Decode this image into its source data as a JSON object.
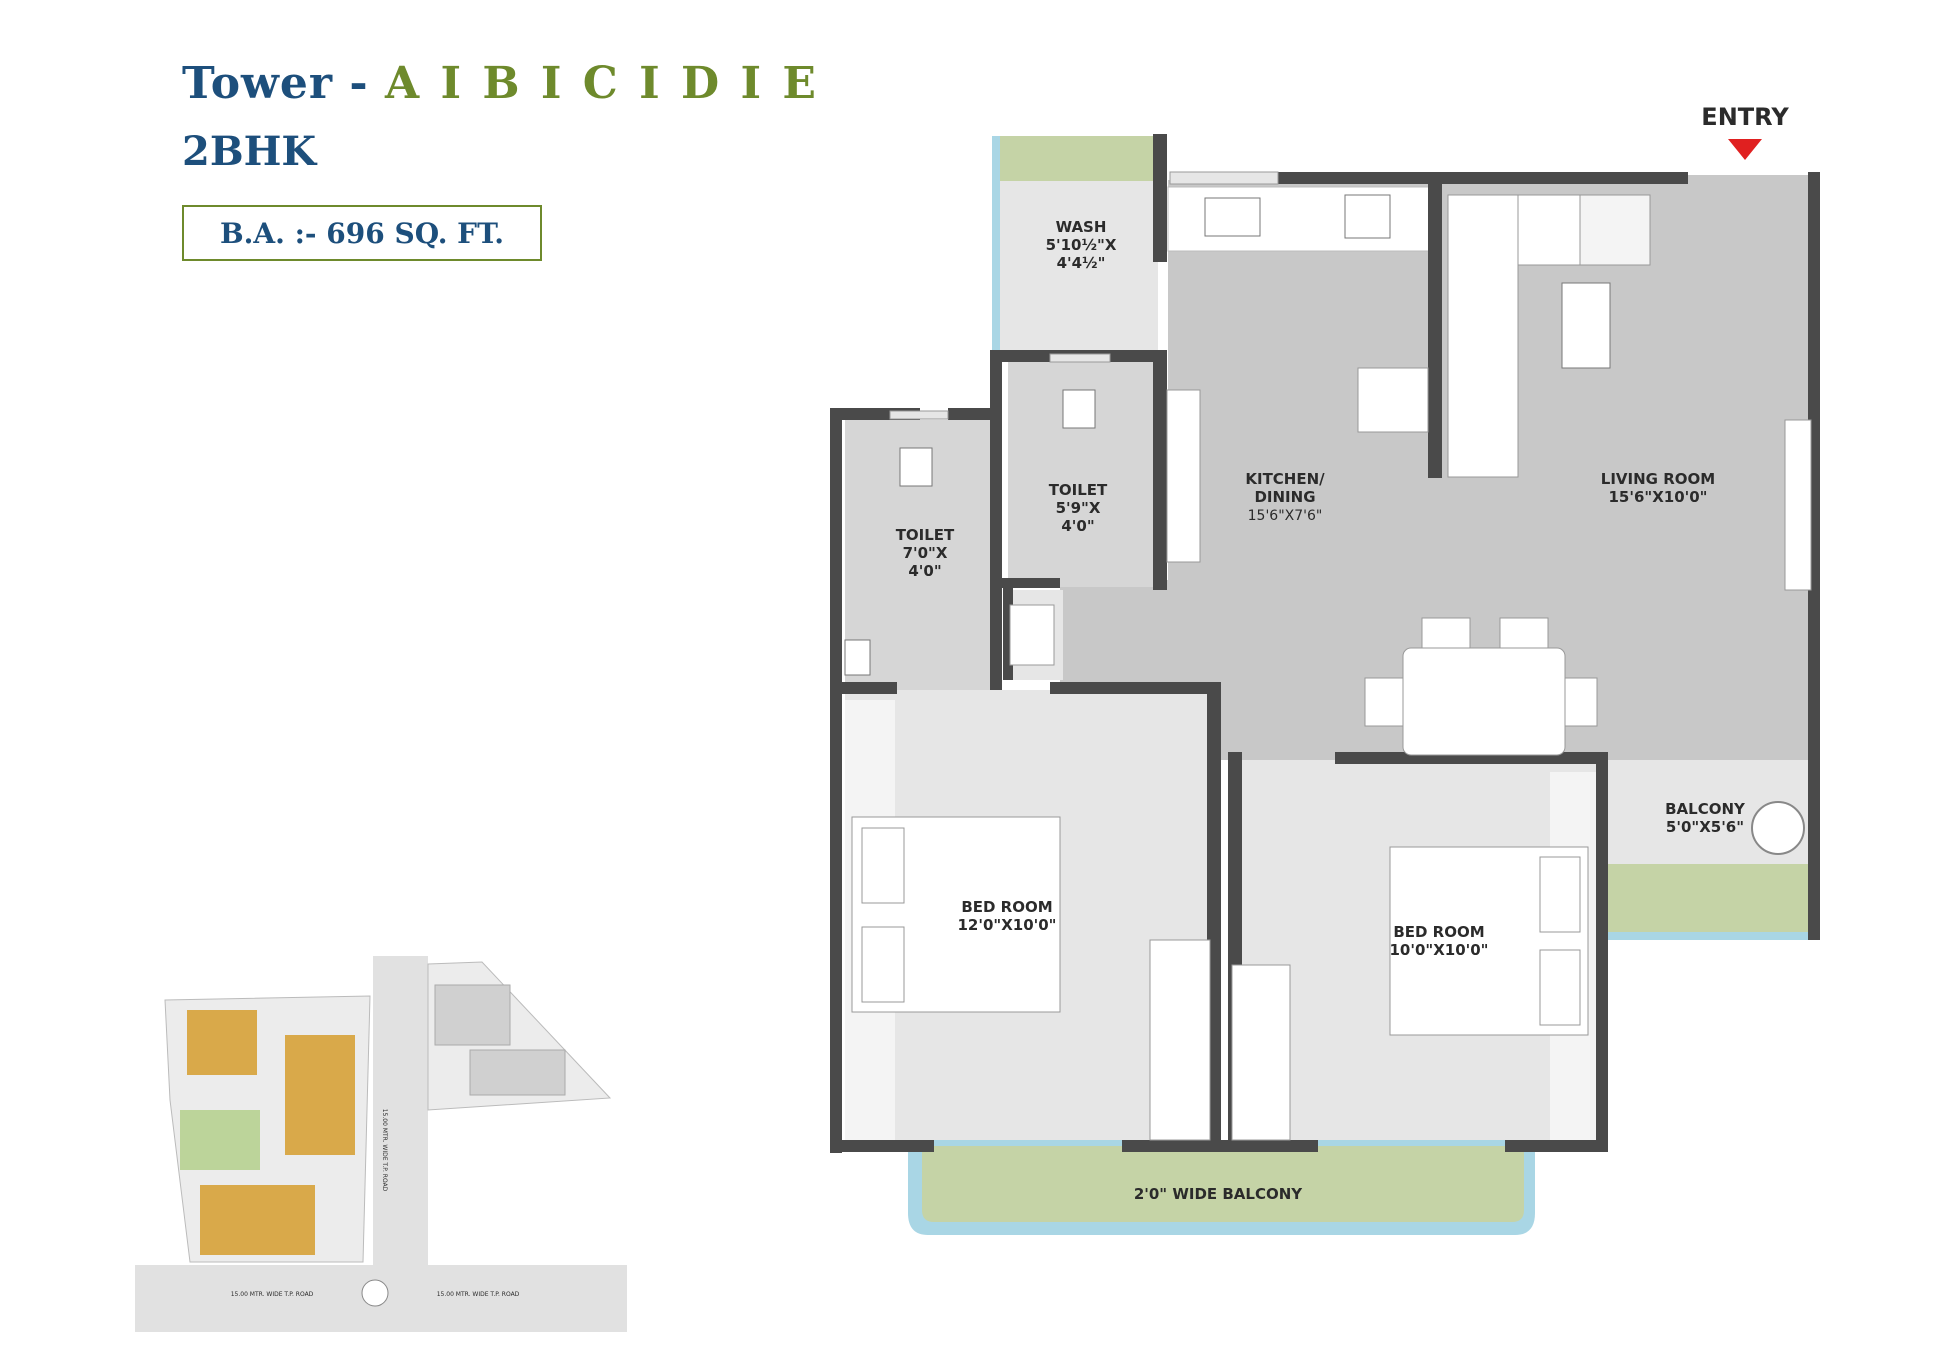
{
  "header": {
    "tower_prefix": "Tower - ",
    "towers": "A I B I C I D I E",
    "unit_type": "2BHK",
    "area": "B.A. :-  696 SQ. FT."
  },
  "plan": {
    "entry": "ENTRY",
    "rooms": {
      "wash": {
        "name": "WASH",
        "dim1": "5'10½\"X",
        "dim2": "4'4½\""
      },
      "toilet1": {
        "name": "TOILET",
        "dim1": "7'0\"X",
        "dim2": "4'0\""
      },
      "toilet2": {
        "name": "TOILET",
        "dim1": "5'9\"X",
        "dim2": "4'0\""
      },
      "kitchen": {
        "name1": "KITCHEN/",
        "name2": "DINING",
        "dim": "15'6\"X7'6\""
      },
      "living": {
        "name": "LIVING ROOM",
        "dim": "15'6\"X10'0\""
      },
      "balcony": {
        "name": "BALCONY",
        "dim": "5'0\"X5'6\""
      },
      "bed1": {
        "name": "BED ROOM",
        "dim": "12'0\"X10'0\""
      },
      "bed2": {
        "name": "BED ROOM",
        "dim": "10'0\"X10'0\""
      },
      "wide_balcony": {
        "name": "2'0\" WIDE BALCONY"
      }
    }
  },
  "site_plan": {
    "road_left": "15.00 MTR. WIDE T.P. ROAD",
    "road_right": "15.00 MTR. WIDE T.P. ROAD",
    "road_vertical": "15.00 MTR. WIDE T.P. ROAD"
  },
  "colors": {
    "title_blue": "#1d4f7c",
    "title_green": "#6e8a2c",
    "floor_grey": "#c8c8c8",
    "wall": "#4a4a4a",
    "balcony_green": "#c5d3a6",
    "balcony_blue": "#a9d6e5",
    "entry_red": "#e02020",
    "building_gold": "#d9a94a"
  }
}
